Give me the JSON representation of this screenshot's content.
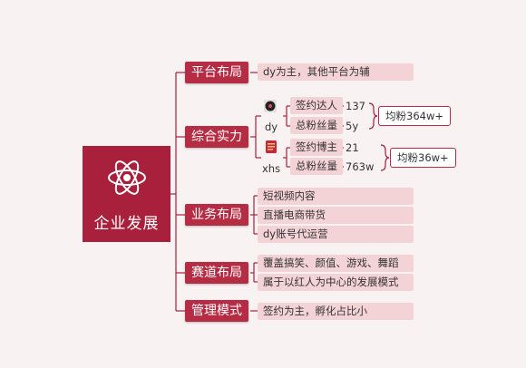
{
  "root": {
    "title": "企业发展",
    "icon": "atom-icon"
  },
  "colors": {
    "root": "#a8203c",
    "branch": "#b52d45",
    "leaf": "#f4d3d6",
    "line": "#a8203c"
  },
  "branches": [
    {
      "label": "平台布局",
      "leaves": [
        "dy为主，其他平台为辅"
      ]
    },
    {
      "label": "综合实力",
      "platforms": [
        {
          "name": "dy",
          "icon": "vinyl-record-icon",
          "items": [
            {
              "label": "签约达人",
              "value": "137"
            },
            {
              "label": "总粉丝量",
              "value": "5y"
            }
          ],
          "average": "均粉364w+"
        },
        {
          "name": "xhs",
          "icon": "red-book-icon",
          "items": [
            {
              "label": "签约博主",
              "value": "21"
            },
            {
              "label": "总粉丝量",
              "value": "763w"
            }
          ],
          "average": "均粉36w+"
        }
      ]
    },
    {
      "label": "业务布局",
      "leaves": [
        "短视频内容",
        "直播电商带货",
        "dy账号代运营"
      ]
    },
    {
      "label": "赛道布局",
      "leaves": [
        "覆盖搞笑、颜值、游戏、舞蹈等",
        "属于以红人为中心的发展模式"
      ]
    },
    {
      "label": "管理模式",
      "leaves": [
        "签约为主，孵化占比小"
      ]
    }
  ]
}
